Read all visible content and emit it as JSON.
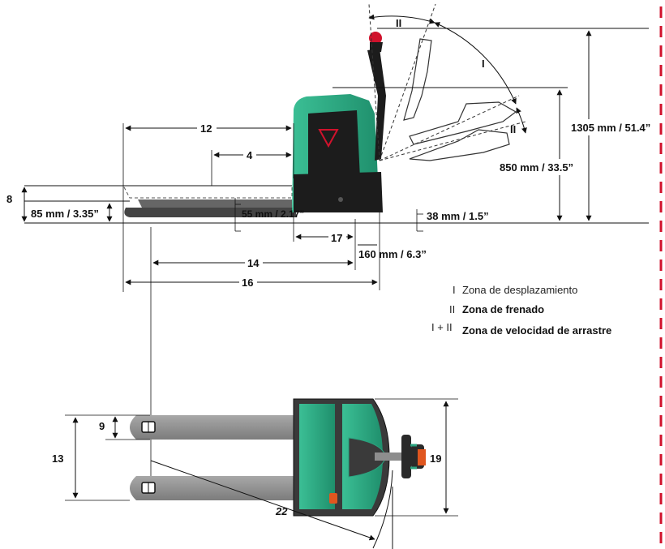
{
  "dimensions": {
    "d12": "12",
    "d4": "4",
    "d8": "8",
    "d85": "85 mm / 3.35”",
    "d55": "55 mm / 2.17”",
    "d38": "38 mm / 1.5”",
    "d17": "17",
    "d160": "160 mm / 6.3”",
    "d14": "14",
    "d16": "16",
    "d1305": "1305 mm / 51.4”",
    "d850": "850 mm / 33.5”",
    "d9": "9",
    "d13": "13",
    "d19": "19",
    "d22": "22"
  },
  "zones": {
    "zone_i": "I",
    "zone_ii_top": "II",
    "zone_ii_side": "II"
  },
  "legend": {
    "items": [
      {
        "marker": "I",
        "label": "Zona de desplazamiento"
      },
      {
        "marker": "II",
        "label": "Zona de frenado"
      },
      {
        "marker": "I + II",
        "label": "Zona de velocidad de arrastre"
      }
    ]
  },
  "colors": {
    "body_green": "#2aa37f",
    "body_dark": "#1c1c1c",
    "forks_grey": "#8d8d8d",
    "accent_red": "#d0122c",
    "handle_orange": "#e0561f"
  }
}
